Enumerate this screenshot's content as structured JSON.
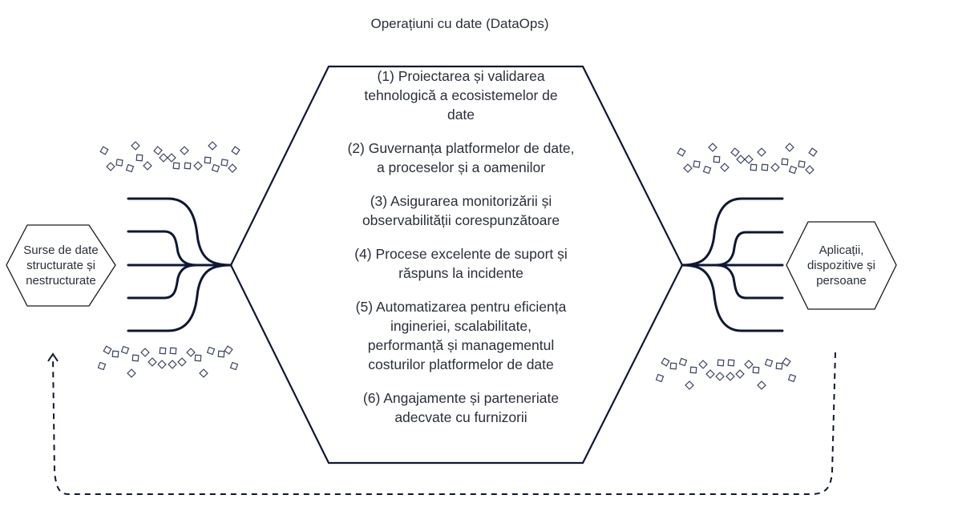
{
  "diagram": {
    "title": "Operațiuni cu date (DataOps)",
    "center_items": [
      {
        "lines": [
          "(1) Proiectarea și validarea",
          "tehnologică a ecosistemelor de",
          "date"
        ]
      },
      {
        "lines": [
          "(2) Guvernanța platformelor de date,",
          "a proceselor și a oamenilor"
        ]
      },
      {
        "lines": [
          "(3) Asigurarea monitorizării și",
          "observabilității corespunzătoare"
        ]
      },
      {
        "lines": [
          "(4) Procese excelente de suport și",
          "răspuns la incidente"
        ]
      },
      {
        "lines": [
          "(5) Automatizarea pentru eficiența",
          "ingineriei, scalabilitate,",
          "performanță și managementul",
          "costurilor platformelor de date"
        ]
      },
      {
        "lines": [
          "(6) Angajamente și parteneriate",
          "adecvate cu furnizorii"
        ]
      }
    ],
    "left_node": {
      "lines": [
        "Surse de date",
        "structurate și",
        "nestructurate"
      ]
    },
    "right_node": {
      "lines": [
        "Aplicații,",
        "dispozitive și",
        "persoane"
      ]
    },
    "colors": {
      "line": "#0f1733",
      "text": "#2a2f3a",
      "diamond": "#3a4160"
    }
  }
}
